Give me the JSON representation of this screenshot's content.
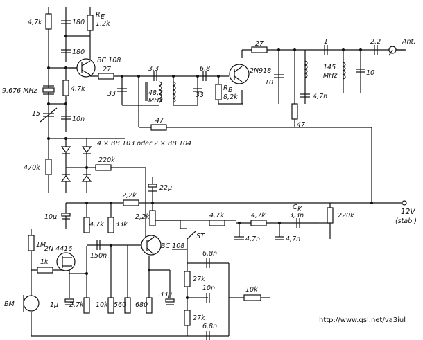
{
  "labels": {
    "r_4k7_top": "4,7k",
    "c_180_a": "180",
    "re_name": "R",
    "re_sub": "E",
    "re_value": "1,2k",
    "c_180_b": "180",
    "q1_type": "BC 108",
    "r_4k7_q1": "4,7k",
    "xtal": "9,676 MHz",
    "r_27_a": "27",
    "c_3_3": "3,3",
    "c_33_a": "33",
    "l_48_3": "48,3",
    "l_48_unit": "MHz",
    "c_6_8": "6,8",
    "c_33_b": "33",
    "rb_name": "R",
    "rb_sub": "B",
    "rb_value": "8,2k",
    "q2_type": "2N918",
    "r_27_b": "27",
    "c_10_a": "10",
    "c_1": "1",
    "c_2_2": "2,2",
    "ant": "Ant.",
    "l_145": "145",
    "l_145_unit": "MHz",
    "c_10_b": "10",
    "c_4_7n_a": "4,7n",
    "r_47_b": "47",
    "c_15": "15",
    "c_10n": "10n",
    "r_47_a": "47",
    "varicap": "4 × BB 103 oder 2 × BB 104",
    "r_470k": "470k",
    "r_220k_a": "220k",
    "c_22u": "22µ",
    "c_10u": "10µ",
    "r_2_2k_a": "2,2k",
    "r_2_2k_b": "2,2k",
    "r_4_7k_c": "4,7k",
    "r_4_7k_d": "4,7k",
    "ck_name": "C",
    "ck_sub": "K",
    "c_3_3n": "3,3n",
    "r_220k_b": "220k",
    "supply": "12V",
    "supply_note": "(stab.)",
    "r_1m": "1M",
    "q3_type": "2N 4416",
    "r_4_7k_e": "4,7k",
    "r_33k": "33k",
    "q4_type": "BC 108",
    "st": "ST",
    "c_4_7n_b": "4,7n",
    "c_4_7n_c": "4,7n",
    "r_1k": "1k",
    "c_150n": "150n",
    "c_6_8n_a": "6,8n",
    "r_27k_a": "27k",
    "c_10n_b": "10n",
    "r_10k_pot": "10k",
    "bm": "BM",
    "c_1u": "1µ",
    "r_2_7k": "2,7k",
    "r_10k": "10k",
    "r_560": "560",
    "r_680": "680",
    "c_33u": "33µ",
    "r_27k_b": "27k",
    "c_6_8n_b": "6,8n",
    "url": "http://www.qsl.net/va3iul"
  }
}
